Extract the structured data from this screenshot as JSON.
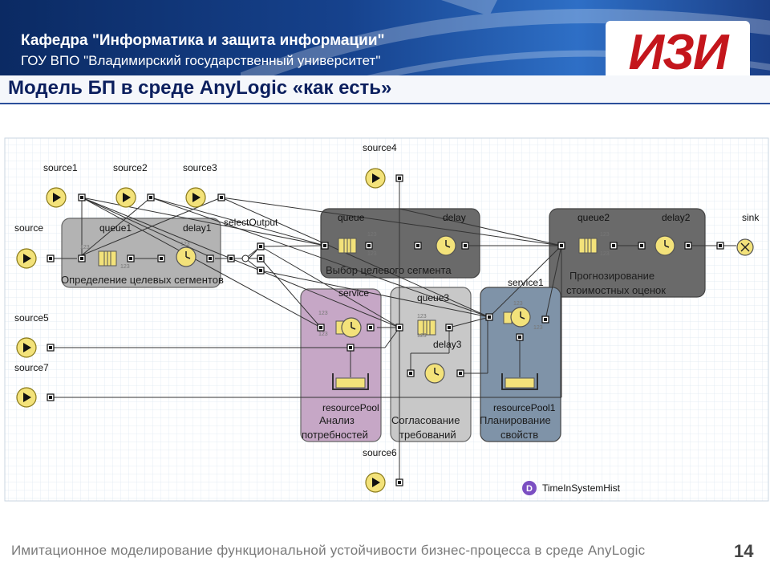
{
  "header": {
    "department": "Кафедра \"Информатика и защита информации\"",
    "university": "ГОУ ВПО \"Владимирский государственный университет\"",
    "logo_text": "ИЗИ"
  },
  "slide": {
    "title": "Модель БП  в среде AnyLogic «как есть»",
    "footer": "Имитационное моделирование функциональной устойчивости бизнес-процесса в среде AnyLogic",
    "page_number": "14"
  },
  "diagram": {
    "blocks": {
      "source": "source",
      "source1": "source1",
      "source2": "source2",
      "source3": "source3",
      "source4": "source4",
      "source5": "source5",
      "source6": "source6",
      "source7": "source7",
      "queue1": "queue1",
      "delay1": "delay1",
      "selectOutput": "selectOutput",
      "queue": "queue",
      "delay": "delay",
      "queue2": "queue2",
      "delay2": "delay2",
      "sink": "sink",
      "service": "service",
      "queue3": "queue3",
      "delay3": "delay3",
      "service1": "service1",
      "resourcePool": "resourcePool",
      "resourcePool1": "resourcePool1"
    },
    "groups": {
      "g1": "Определение целевых сегментов",
      "g2": "Выбор целевого сегмента",
      "g3_line1": "Прогнозирование",
      "g3_line2": "стоимостных оценок",
      "g4_line1": "Анализ",
      "g4_line2": "потребностей",
      "g5_line1": "Согласование",
      "g5_line2": "требований",
      "g6_line1": "Планирование",
      "g6_line2": "свойств"
    },
    "placeholder_value": "123",
    "dataset_icon_letter": "D",
    "dataset": "TimeInSystemHist"
  },
  "colors": {
    "header_bg": "#16428d",
    "title_text": "#0b1f5e",
    "group_gray": "#b3b3b3",
    "group_dark": "#6a6a6a",
    "group_purple": "#c6a7c6",
    "group_blue": "#7f93a8",
    "source_yellow": "#f3e27a",
    "dataset_purple": "#7b4fc2"
  },
  "icons": [
    "source-icon",
    "queue-icon",
    "delay-clock-icon",
    "service-icon",
    "resource-pool-icon",
    "sink-icon",
    "dataset-icon",
    "select-output-icon"
  ]
}
